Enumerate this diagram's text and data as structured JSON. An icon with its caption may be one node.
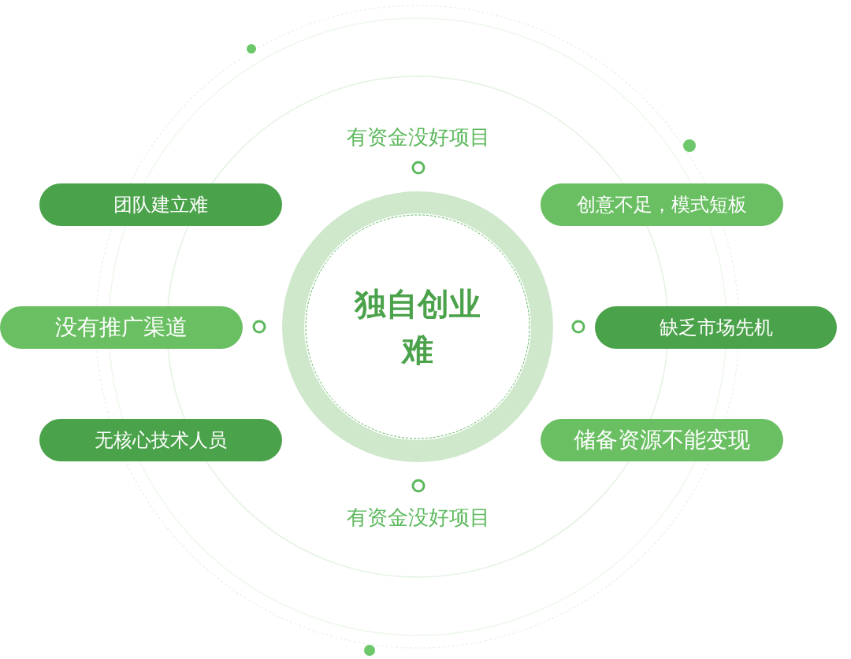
{
  "diagram": {
    "nodes": [
      {
        "text": [
          "独自创业难"
        ]
      },
      {
        "text": [
          "团队建立难"
        ]
      },
      {
        "text": [
          "创意不足，模式短板"
        ]
      },
      {
        "text": [
          "没有推广渠道"
        ]
      },
      {
        "text": [
          "缺乏市场先机"
        ]
      },
      {
        "text": [
          "无核心技术人员"
        ]
      },
      {
        "text": [
          "储备资源不能变现"
        ]
      }
    ],
    "edges": [],
    "labels": [
      "有资金没好项目",
      "有资金没好项目"
    ]
  }
}
